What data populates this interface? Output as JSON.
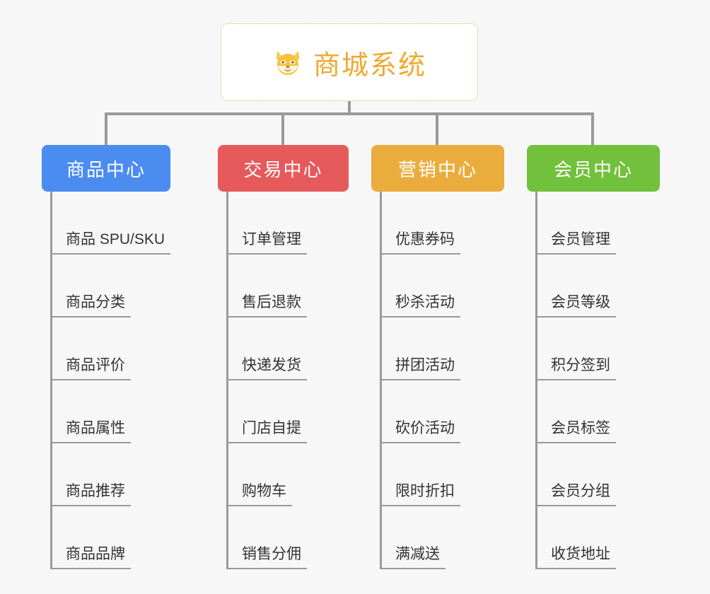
{
  "diagram": {
    "title": "商城系统",
    "root": {
      "label": "商城系统",
      "icon": "shiba-dog-emoji",
      "text_color": "#eeaa33",
      "border_color": "#e8b05a",
      "background": "#ffffff"
    },
    "connector_color": "#9a9a9a",
    "canvas_background": "#f7f7f7",
    "categories": [
      {
        "label": "商品中心",
        "color": "#4a8cf0",
        "items": [
          "商品 SPU/SKU",
          "商品分类",
          "商品评价",
          "商品属性",
          "商品推荐",
          "商品品牌"
        ]
      },
      {
        "label": "交易中心",
        "color": "#e65a5c",
        "items": [
          "订单管理",
          "售后退款",
          "快递发货",
          "门店自提",
          "购物车",
          "销售分佣"
        ]
      },
      {
        "label": "营销中心",
        "color": "#eaad3d",
        "items": [
          "优惠券码",
          "秒杀活动",
          "拼团活动",
          "砍价活动",
          "限时折扣",
          "满减送"
        ]
      },
      {
        "label": "会员中心",
        "color": "#72c13c",
        "items": [
          "会员管理",
          "会员等级",
          "积分签到",
          "会员标签",
          "会员分组",
          "收货地址"
        ]
      }
    ]
  }
}
